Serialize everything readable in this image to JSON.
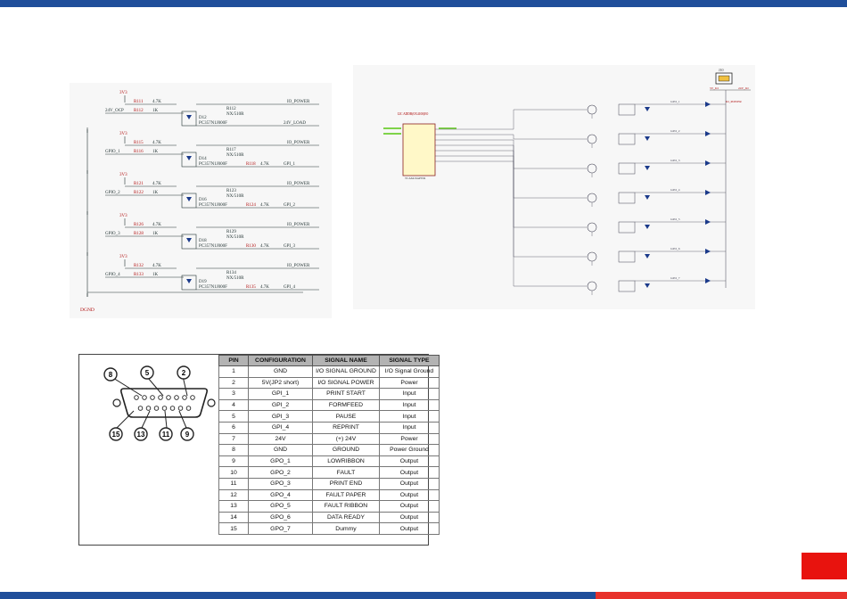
{
  "schematic_left": {
    "top_net": "3V3",
    "rows": [
      {
        "resistor_a": "R111",
        "val_a": "4.7K",
        "resistor_b": "R112",
        "val_b": "1K",
        "input": "24V_OCP",
        "diode": "D12",
        "opto": "PC357N1J000F",
        "r_side": "R112",
        "r_side_val": "NX/510R",
        "net": "IO_POWER",
        "out": "24V_LOAD"
      },
      {
        "resistor_a": "R115",
        "val_a": "4.7K",
        "resistor_b": "R116",
        "val_b": "1K",
        "input": "GPIO_1",
        "diode": "D14",
        "opto": "PC357N1J000F",
        "r_side": "R117",
        "r_side_val": "NX/510R",
        "net": "IO_POWER",
        "out": "GPI_1",
        "r_out": "R118",
        "r_out_val": "4.7K"
      },
      {
        "resistor_a": "R121",
        "val_a": "4.7K",
        "resistor_b": "R122",
        "val_b": "1K",
        "input": "GPIO_2",
        "diode": "D16",
        "opto": "PC357N1J000F",
        "r_side": "R123",
        "r_side_val": "NX/510R",
        "net": "IO_POWER",
        "out": "GPI_2",
        "r_out": "R124",
        "r_out_val": "4.7K"
      },
      {
        "resistor_a": "R126",
        "val_a": "4.7K",
        "resistor_b": "R128",
        "val_b": "1K",
        "input": "GPIO_3",
        "diode": "D18",
        "opto": "PC357N1J000F",
        "r_side": "R129",
        "r_side_val": "NX/510R",
        "net": "IO_POWER",
        "out": "GPI_3",
        "r_out": "R130",
        "r_out_val": "4.7K"
      },
      {
        "resistor_a": "R132",
        "val_a": "4.7K",
        "resistor_b": "R133",
        "val_b": "1K",
        "input": "GPIO_4",
        "diode": "D19",
        "opto": "PC357N1J000F",
        "r_side": "R134",
        "r_side_val": "NX/510R",
        "net": "IO_POWER",
        "out": "GPI_4",
        "r_out": "R135",
        "r_out_val": "4.7K"
      }
    ],
    "ground": "DGND"
  },
  "schematic_right": {
    "ic_label": "I2C ADDR(0X4100)E0",
    "ic_part": "TCA6416APWR",
    "connector": "J10",
    "net_5v": "5V_IO",
    "net_24v": "24V_IO",
    "gpo_labels": [
      "GPO_1",
      "GPO_2",
      "GPO_3",
      "GPO_4",
      "GPO_5",
      "GPO_6",
      "GPO_7"
    ],
    "io_power": "IO_POWER"
  },
  "pin_table": {
    "headers": [
      "PIN",
      "CONFIGURATION",
      "SIGNAL NAME",
      "SIGNAL TYPE"
    ],
    "rows": [
      [
        "1",
        "GND",
        "I/O SIGNAL GROUND",
        "I/O Signal Ground"
      ],
      [
        "2",
        "5V(JP2 short)",
        "I/O SIGNAL POWER",
        "Power"
      ],
      [
        "3",
        "GPI_1",
        "PRINT START",
        "Input"
      ],
      [
        "4",
        "GPI_2",
        "FORMFEED",
        "Input"
      ],
      [
        "5",
        "GPI_3",
        "PAUSE",
        "Input"
      ],
      [
        "6",
        "GPI_4",
        "REPRINT",
        "Input"
      ],
      [
        "7",
        "24V",
        "(+) 24V",
        "Power"
      ],
      [
        "8",
        "GND",
        "GROUND",
        "Power Ground"
      ],
      [
        "9",
        "GPO_1",
        "LOWRIBBON",
        "Output"
      ],
      [
        "10",
        "GPO_2",
        "FAULT",
        "Output"
      ],
      [
        "11",
        "GPO_3",
        "PRINT END",
        "Output"
      ],
      [
        "12",
        "GPO_4",
        "FAULT PAPER",
        "Output"
      ],
      [
        "13",
        "GPO_5",
        "FAULT RIBBON",
        "Output"
      ],
      [
        "14",
        "GPO_6",
        "DATA READY",
        "Output"
      ],
      [
        "15",
        "GPO_7",
        "Dummy",
        "Output"
      ]
    ]
  },
  "connector_pins": {
    "top": [
      "8",
      "5",
      "2"
    ],
    "bottom": [
      "15",
      "13",
      "11",
      "9"
    ]
  },
  "colors": {
    "top_bar": "#1f4e9a",
    "bottom_bar": "#1f4e9a",
    "accent_red": "#e8322b",
    "table_header": "#b3b3b3"
  }
}
